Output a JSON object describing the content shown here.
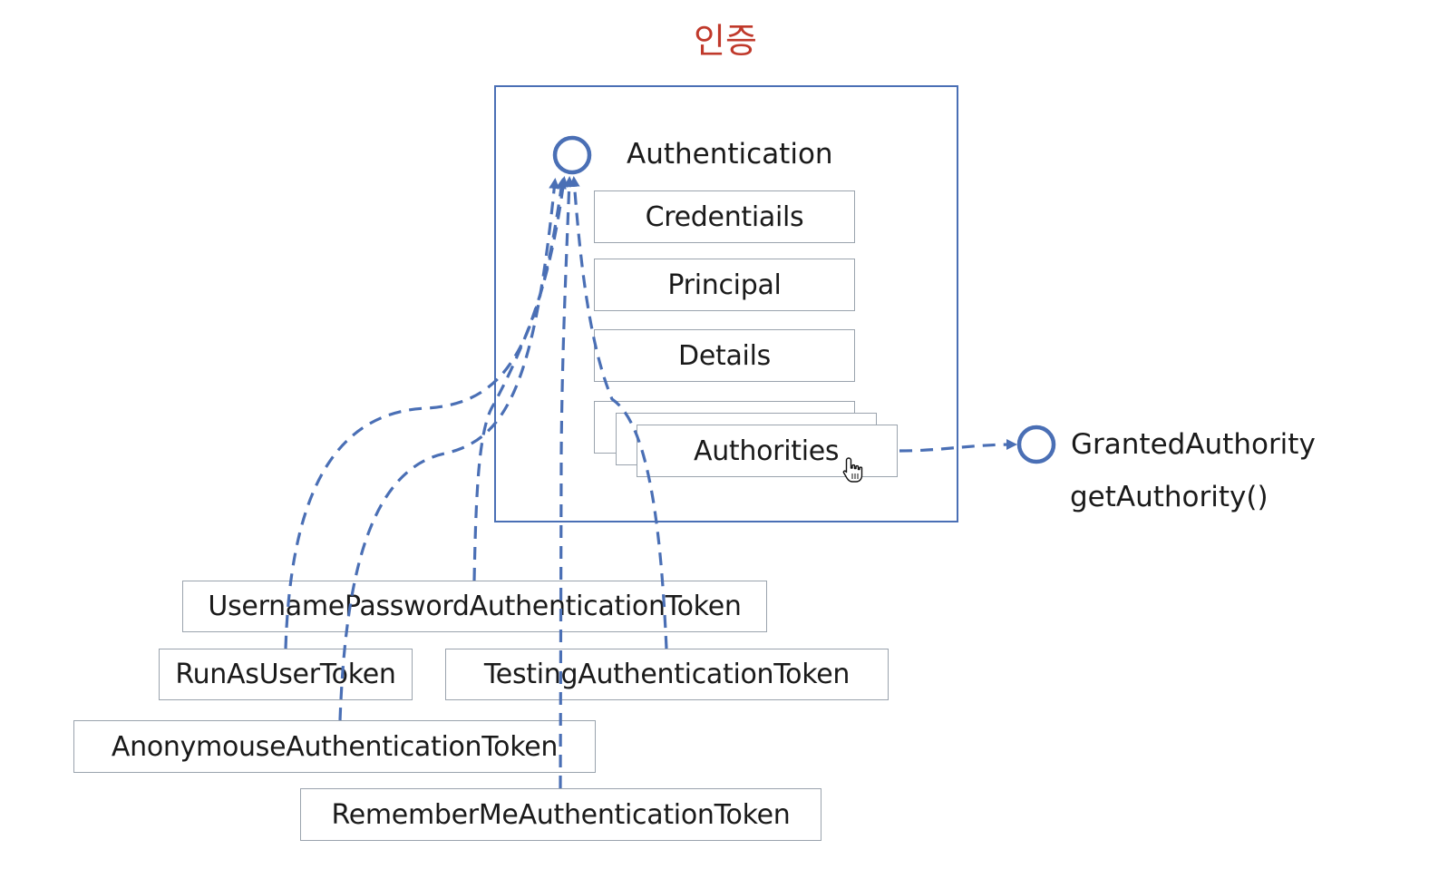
{
  "title": "인증",
  "authentication": {
    "label": "Authentication",
    "fields": {
      "credentials": "Credentiails",
      "principal": "Principal",
      "details": "Details",
      "authorities": "Authorities"
    }
  },
  "granted_authority": {
    "label": "GrantedAuthority",
    "method": "getAuthority()"
  },
  "tokens": {
    "username_password": "UsernamePasswordAuthenticationToken",
    "run_as_user": "RunAsUserToken",
    "testing": "TestingAuthenticationToken",
    "anonymous": "AnonymouseAuthenticationToken",
    "remember_me": "RememberMeAuthenticationToken"
  },
  "colors": {
    "title": "#c0392b",
    "frame": "#4a6fb5",
    "arrow": "#4a6fb5",
    "box_border": "#9aa3ad"
  },
  "icons": [
    "interface-circle-icon",
    "hand-pointer-cursor-icon"
  ]
}
